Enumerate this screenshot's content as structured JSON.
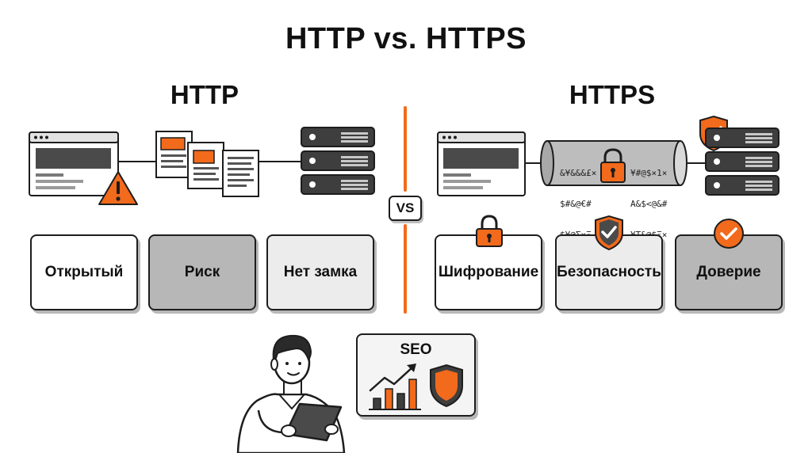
{
  "title": "HTTP vs. HTTPS",
  "http": {
    "heading": "HTTP",
    "cards": [
      {
        "label": "Открытый"
      },
      {
        "label": "Риск"
      },
      {
        "label": "Нет замка"
      }
    ]
  },
  "https": {
    "heading": "HTTPS",
    "cipher_left": [
      "&¥&&&£×",
      "$#&@€#",
      "$¥@Σ×Ξ"
    ],
    "cipher_right": [
      "¥#@$×1×",
      "A&$<@&#",
      "¥T&@$Ξ×"
    ],
    "cards": [
      {
        "label": "Шифрование"
      },
      {
        "label": "Безопасность"
      },
      {
        "label": "Доверие"
      }
    ]
  },
  "vs_label": "VS",
  "seo": {
    "label": "SEO"
  },
  "colors": {
    "accent": "#f26a1b",
    "outline": "#1d1d1d",
    "dark_gray": "#3e3e3e",
    "mid_gray": "#b7b7b7",
    "light_gray": "#ececec"
  },
  "icons": [
    "browser-window-icon",
    "warning-icon",
    "document-icon",
    "server-icon",
    "padlock-icon",
    "shield-check-icon",
    "checkmark-badge-icon",
    "bar-chart-icon",
    "trend-arrow-icon",
    "shield-icon",
    "person-with-tablet"
  ]
}
